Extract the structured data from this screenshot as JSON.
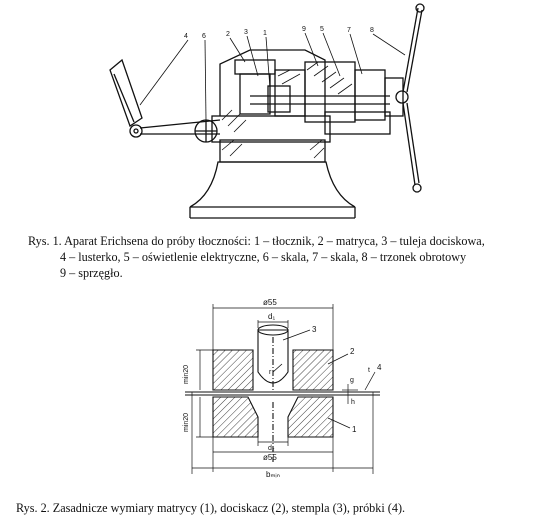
{
  "figure1": {
    "callouts": [
      "4",
      "6",
      "2",
      "3",
      "1",
      "9",
      "5",
      "7",
      "8"
    ],
    "caption_lines": [
      "Rys. 1. Aparat Erichsena do próby tłoczności: 1 – tłocznik, 2 – matryca, 3 – tuleja dociskowa,",
      "4 – lusterko, 5 – oświetlenie elektryczne, 6 – skala, 7 – skala, 8 – trzonek obrotowy",
      "9 – sprzęgło."
    ]
  },
  "figure2": {
    "dim_top": "ø55",
    "dim_d1": "d₁",
    "dim_d2": "d₂",
    "dim_bottom_d": "ø55",
    "dim_bmin": "bₘᵢₙ",
    "dim_min20_upper": "min20",
    "dim_min20_lower": "min20",
    "dim_g": "g",
    "dim_h": "h",
    "dim_t": "t",
    "dim_r": "r",
    "callouts": [
      "3",
      "2",
      "1",
      "4"
    ],
    "caption": "Rys. 2. Zasadnicze wymiary matrycy (1), dociskacz (2), stempla (3), próbki (4)."
  }
}
